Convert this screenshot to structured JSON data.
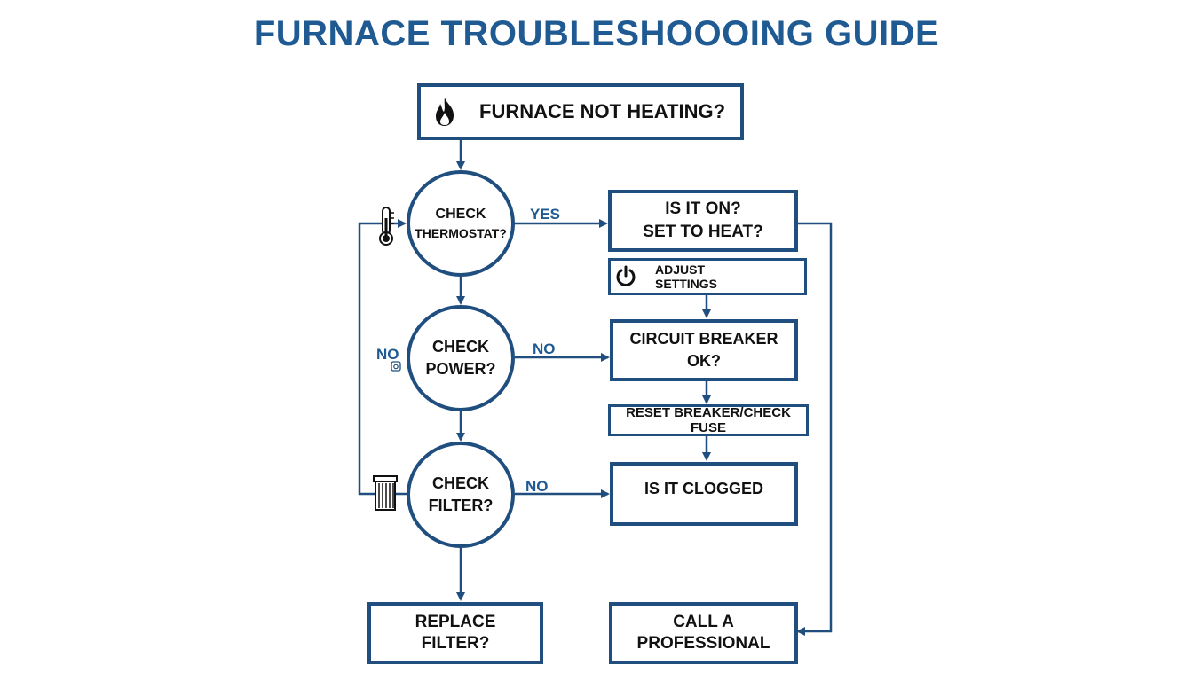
{
  "title": "FURNACE TROUBLESHOOOING GUIDE",
  "start": {
    "label": "FURNACE NOT HEATING?",
    "icon": "flame-icon"
  },
  "decisions": {
    "thermostat": {
      "line1": "CHECK",
      "line2": "THERMOSTAT?"
    },
    "power": {
      "line1": "CHECK",
      "line2": "POWER?"
    },
    "filter": {
      "line1": "CHECK",
      "line2": "FILTER?"
    }
  },
  "checks": {
    "is_on": {
      "line1": "IS IT ON?",
      "line2": "SET TO HEAT?"
    },
    "adjust": {
      "line1": "ADJUST",
      "line2": "SETTINGS",
      "icon": "power-icon"
    },
    "breaker": {
      "line1": "CIRCUIT BREAKER",
      "line2": "OK?"
    },
    "reset": {
      "label": "RESET BREAKER/CHECK FUSE"
    },
    "clogged": {
      "label": "IS IT CLOGGED"
    }
  },
  "endpoints": {
    "replace": {
      "line1": "REPLACE",
      "line2": "FILTER?"
    },
    "professional": {
      "line1": "CALL A",
      "line2": "PROFESSIONAL"
    }
  },
  "edge_labels": {
    "yes": "YES",
    "no_power": "NO",
    "no_filter": "NO",
    "no_left": "NO"
  },
  "icons": [
    "flame-icon",
    "thermometer-icon",
    "small-plug-icon",
    "air-filter-icon",
    "power-icon"
  ],
  "colors": {
    "primary": "#1f4e7f",
    "title": "#1f5a92",
    "text": "#111111"
  }
}
